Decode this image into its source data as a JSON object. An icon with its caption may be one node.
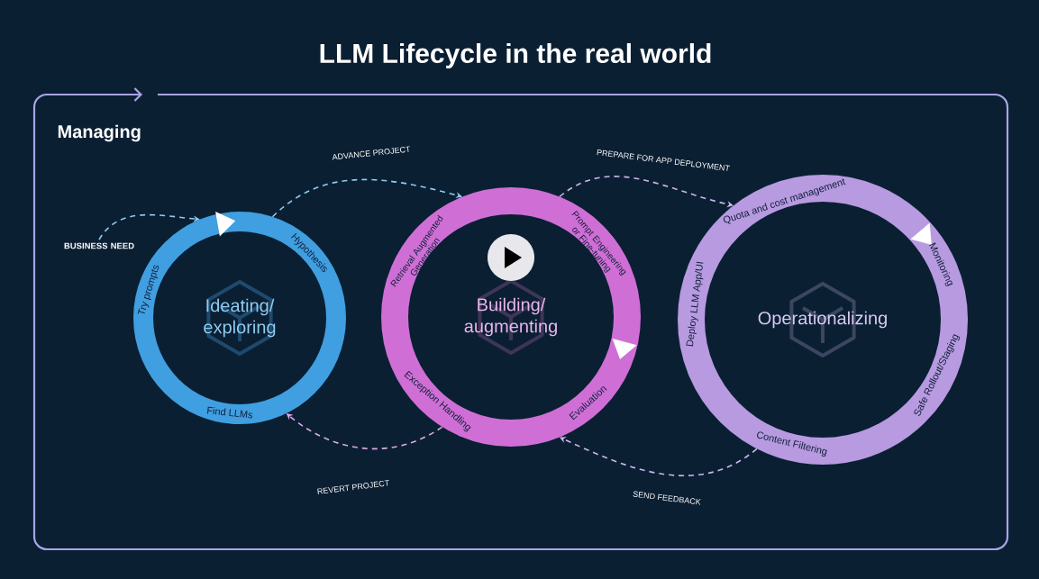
{
  "diagram": {
    "title": "LLM Lifecycle in the real world",
    "nodes": [
      {
        "text": [
          "Managing"
        ]
      },
      {
        "text": [
          "Ideating/ exploring",
          "Try prompts",
          "Hypothesis",
          "Find LLMs"
        ],
        "in": 0
      },
      {
        "text": [
          "Building/ augmenting",
          "Retrieval Augmented Generation",
          "Prompt Engineering or Fine-tuning",
          "Evaluation",
          "Exception Handling"
        ],
        "in": 0
      },
      {
        "text": [
          "Operationalizing",
          "Quota and cost management",
          "Monitoring",
          "Safe Rollout/Staging",
          "Content Filtering",
          "Deploy LLM App/UI"
        ],
        "in": 0
      },
      {
        "text": [
          "BUSINESS NEED"
        ],
        "in": 0
      }
    ],
    "edges": [
      {
        "from": 4,
        "to": 1,
        "arrow": "to",
        "style": "dashed",
        "color": "#8ecdf0"
      },
      {
        "from": 1,
        "to": 2,
        "arrow": "to",
        "label": "ADVANCE PROJECT",
        "style": "dashed",
        "color": "#8ecdf0"
      },
      {
        "from": 2,
        "to": 3,
        "arrow": "to",
        "label": "PREPARE FOR APP DEPLOYMENT",
        "style": "dashed",
        "color": "#cdb6ec"
      },
      {
        "from": 3,
        "to": 2,
        "arrow": "to",
        "label": "SEND FEEDBACK",
        "style": "dashed",
        "color": "#cdb6ec"
      },
      {
        "from": 2,
        "to": 1,
        "arrow": "to",
        "label": "REVERT PROJECT",
        "style": "dashed",
        "color": "#dcaae6"
      }
    ]
  }
}
